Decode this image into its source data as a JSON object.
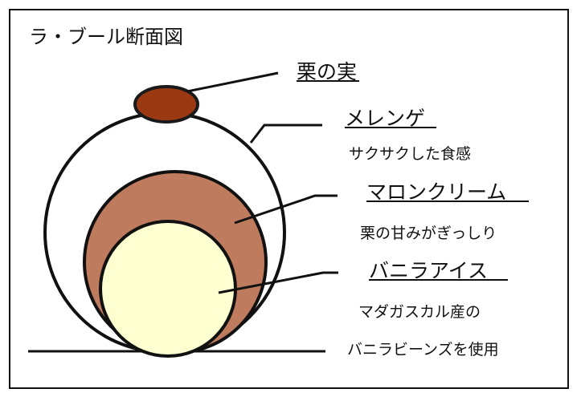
{
  "diagram": {
    "title": "ラ・ブール断面図",
    "colors": {
      "frame": "#111111",
      "chestnut": "#9B3A12",
      "chestnut_stroke": "#1a1a1a",
      "meringue": "#ffffff",
      "cream": "#BE7B5D",
      "icecream": "#FEFFD0",
      "line": "#111111"
    },
    "parts": [
      {
        "id": "chestnut",
        "label": "栗の実",
        "description": []
      },
      {
        "id": "meringue",
        "label": "メレンゲ",
        "description": [
          "サクサクした食感"
        ]
      },
      {
        "id": "marron-cream",
        "label": "マロンクリーム",
        "description": [
          "栗の甘みがぎっしり"
        ]
      },
      {
        "id": "vanilla-ice",
        "label": "バニラアイス",
        "description": [
          "マダガスカル産の",
          "バニラビーンズを使用"
        ]
      }
    ]
  }
}
